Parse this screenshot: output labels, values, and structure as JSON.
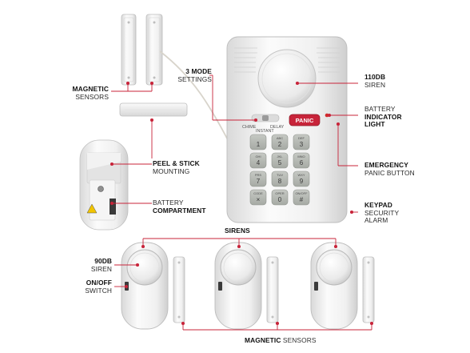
{
  "labels": {
    "magnetic_sensors_top": {
      "line1": "MAGNETIC",
      "line2": "SENSORS"
    },
    "three_mode": {
      "line1": "3 MODE",
      "line2": "SETTINGS"
    },
    "siren_110": {
      "line1": "110dB",
      "line2": "SIREN"
    },
    "battery_indicator": {
      "line1": "BATTERY",
      "line2": "INDICATOR",
      "line3": "LIGHT"
    },
    "peel_stick": {
      "line1": "PEEL & STICK",
      "line2": "MOUNTING"
    },
    "emergency": {
      "line1": "EMERGENCY",
      "line2": "PANIC BUTTON"
    },
    "battery_compartment": {
      "line1": "BATTERY",
      "line2": "COMPARTMENT"
    },
    "keypad": {
      "line1": "KEYPAD",
      "line2": "SECURITY",
      "line3": "ALARM"
    },
    "sirens": "SIRENS",
    "siren_90": {
      "line1": "90dB",
      "line2": "SIREN"
    },
    "on_off": {
      "line1": "ON/OFF",
      "line2": "SWITCH"
    },
    "magnetic_sensors_bottom": {
      "bold": "MAGNETIC",
      "normal": "SENSORS"
    }
  },
  "device": {
    "panic_label": "PANIC",
    "mode_chime": "CHIME",
    "mode_instant": "INSTANT",
    "mode_delay": "DELAY",
    "keys": [
      {
        "num": "1",
        "sub": ""
      },
      {
        "num": "2",
        "sub": "ABC"
      },
      {
        "num": "3",
        "sub": "DEF"
      },
      {
        "num": "4",
        "sub": "GHI"
      },
      {
        "num": "5",
        "sub": "JKL"
      },
      {
        "num": "6",
        "sub": "MNO"
      },
      {
        "num": "7",
        "sub": "PRS"
      },
      {
        "num": "8",
        "sub": "TUV"
      },
      {
        "num": "9",
        "sub": "WXY"
      },
      {
        "num": "×",
        "sub": "CODE"
      },
      {
        "num": "0",
        "sub": "OPER"
      },
      {
        "num": "#",
        "sub": "ON/OFF"
      }
    ]
  },
  "colors": {
    "accent": "#c8243a",
    "plastic": "#eeeeee",
    "key": "#b9bdb8"
  }
}
